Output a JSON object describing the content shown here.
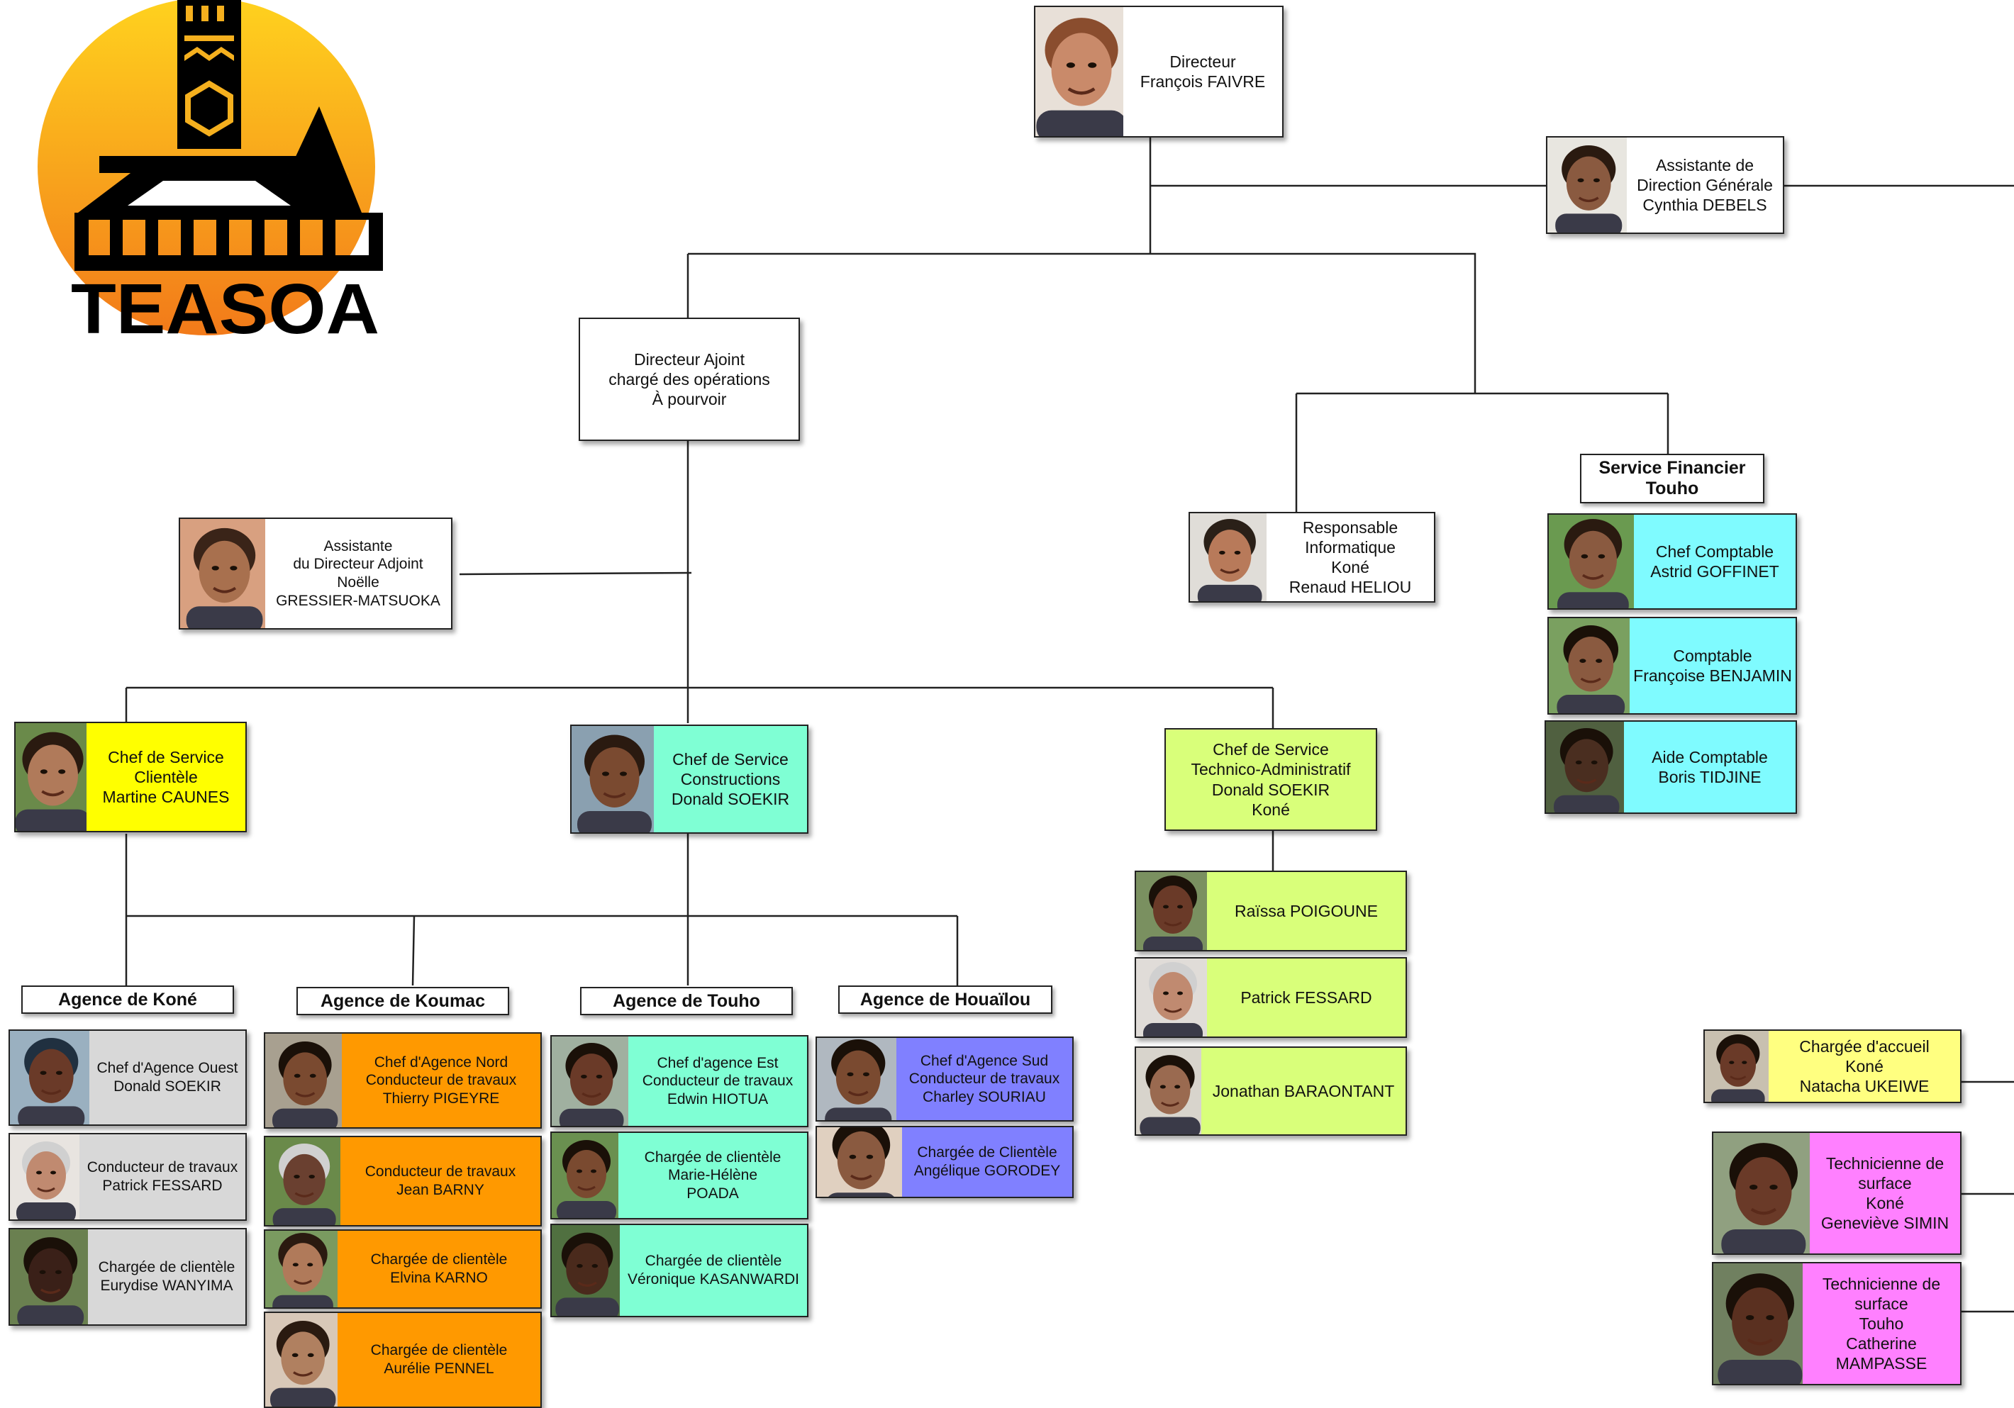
{
  "logo": {
    "text": "TEASOA",
    "colors": {
      "sun_top": "#FFD21E",
      "sun_bottom": "#F27A1A",
      "ink": "#000000"
    }
  },
  "colors": {
    "yellow": "#FFFF00",
    "aqua": "#7FFFD4",
    "cyan": "#7FFBFF",
    "lime": "#D9FF7A",
    "grey": "#D8D8D8",
    "orange": "#FF9900",
    "blue": "#8080FF",
    "lightyellow": "#FFFF80",
    "magenta": "#FF80FF"
  },
  "nodes": {
    "directeur": [
      "Directeur",
      "François FAIVRE"
    ],
    "assistante_dg": [
      "Assistante de",
      "Direction Générale",
      "Cynthia DEBELS"
    ],
    "directeur_adjoint": [
      "Directeur Ajoint",
      "chargé des opérations",
      "À pourvoir"
    ],
    "assistante_da": [
      "Assistante",
      "du Directeur Adjoint",
      "Noëlle",
      "GRESSIER-MATSUOKA"
    ],
    "resp_info": [
      "Responsable",
      "Informatique",
      "Koné",
      "Renaud HELIOU"
    ],
    "chef_comptable": [
      "Chef Comptable",
      "Astrid GOFFINET"
    ],
    "comptable": [
      "Comptable",
      "Françoise BENJAMIN"
    ],
    "aide_comptable": [
      "Aide Comptable",
      "Boris TIDJINE"
    ],
    "chef_clientele": [
      "Chef de Service",
      "Clientèle",
      "Martine CAUNES"
    ],
    "chef_constructions": [
      "Chef de Service",
      "Constructions",
      "Donald SOEKIR"
    ],
    "chef_technico": [
      "Chef  de Service",
      "Technico-Administratif",
      "Donald SOEKIR",
      "Koné"
    ],
    "raissa": [
      "Raïssa POIGOUNE"
    ],
    "patrick_ta": [
      "Patrick FESSARD"
    ],
    "jonathan": [
      "Jonathan BARAONTANT"
    ],
    "kone_chef": [
      "Chef d'Agence Ouest",
      "Donald SOEKIR"
    ],
    "kone_cond": [
      "Conducteur de travaux",
      "Patrick FESSARD"
    ],
    "kone_charg": [
      "Chargée de clientèle",
      "Eurydise WANYIMA"
    ],
    "koumac_chef": [
      "Chef d'Agence Nord",
      "Conducteur de travaux",
      "Thierry PIGEYRE"
    ],
    "koumac_cond": [
      "Conducteur de travaux",
      "Jean BARNY"
    ],
    "koumac_charg1": [
      "Chargée de clientèle",
      "Elvina KARNO"
    ],
    "koumac_charg2": [
      "Chargée de clientèle",
      "Aurélie PENNEL"
    ],
    "touho_chef": [
      "Chef d'agence Est",
      "Conducteur de travaux",
      "Edwin HIOTUA"
    ],
    "touho_charg1": [
      "Chargée de clientèle",
      "Marie-Hélène",
      "POADA"
    ],
    "touho_charg2": [
      "Chargée de clientèle",
      "Véronique KASANWARDI"
    ],
    "houailou_chef": [
      "Chef d'Agence Sud",
      "Conducteur de travaux",
      "Charley SOURIAU"
    ],
    "houailou_charg": [
      "Chargée de Clientèle",
      "Angélique GORODEY"
    ],
    "accueil": [
      "Chargée d'accueil",
      "Koné",
      "Natacha UKEIWE"
    ],
    "tech_kone": [
      "Technicienne de",
      "surface",
      "Koné",
      "Geneviève SIMIN"
    ],
    "tech_touho": [
      "Technicienne de",
      "surface",
      "Touho",
      "Catherine",
      "MAMPASSE"
    ]
  },
  "headers": {
    "service_financier": [
      "Service Financier",
      "Touho"
    ],
    "agence_kone": [
      "Agence de Koné"
    ],
    "agence_koumac": [
      "Agence de Koumac"
    ],
    "agence_touho": [
      "Agence de Touho"
    ],
    "agence_houailou": [
      "Agence de Houaïlou"
    ]
  }
}
